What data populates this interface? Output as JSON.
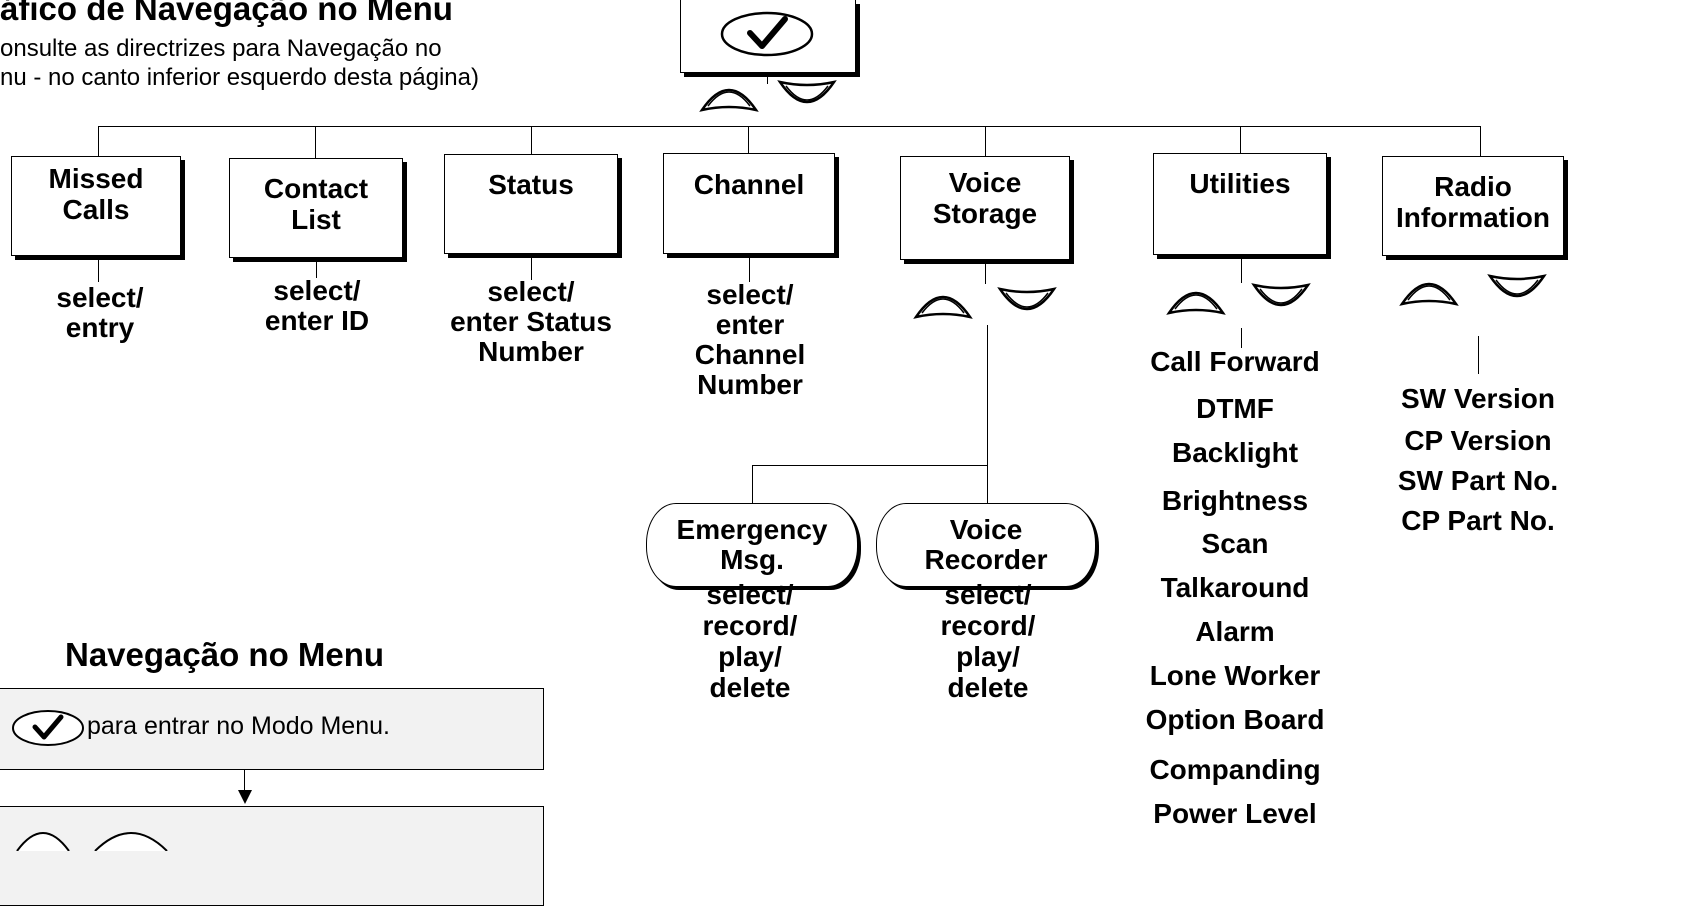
{
  "header": {
    "title": "áfico de Navegação no Menu",
    "note_line1": "onsulte as directrizes para Navegação no",
    "note_line2": "nu - no canto inferior esquerdo desta página)"
  },
  "root": {
    "icon": "checkmark-ok-button-icon"
  },
  "menus": [
    {
      "id": "missed-calls",
      "label_1": "Missed",
      "label_2": "Calls",
      "sub_1": "select/",
      "sub_2": "entry"
    },
    {
      "id": "contact-list",
      "label_1": "Contact",
      "label_2": "List",
      "sub_1": "select/",
      "sub_2": "enter ID"
    },
    {
      "id": "status",
      "label_1": "Status",
      "sub_1": "select/",
      "sub_2": "enter Status",
      "sub_3": "Number"
    },
    {
      "id": "channel",
      "label_1": "Channel",
      "sub_1": "select/",
      "sub_2": "enter",
      "sub_3": "Channel",
      "sub_4": "Number"
    },
    {
      "id": "voice-storage",
      "label_1": "Voice",
      "label_2": "Storage"
    },
    {
      "id": "utilities",
      "label_1": "Utilities"
    },
    {
      "id": "radio-information",
      "label_1": "Radio",
      "label_2": "Information"
    }
  ],
  "voice_storage_children": [
    {
      "id": "emergency-msg",
      "label_1": "Emergency",
      "label_2": "Msg.",
      "sub": [
        "select/",
        "record/",
        "play/",
        "delete"
      ]
    },
    {
      "id": "voice-recorder",
      "label_1": "Voice",
      "label_2": "Recorder",
      "sub": [
        "select/",
        "record/",
        "play/",
        "delete"
      ]
    }
  ],
  "utilities_items": [
    "Call Forward",
    "DTMF",
    "Backlight",
    "Brightness",
    "Scan",
    "Talkaround",
    "Alarm",
    "Lone Worker",
    "Option Board",
    "Companding",
    "Power Level"
  ],
  "radio_info_items": [
    "SW Version",
    "CP Version",
    "SW Part No.",
    "CP Part No."
  ],
  "nav_section": {
    "title": "Navegação no Menu",
    "step1_text": "para entrar no Modo Menu."
  },
  "icons": {
    "up": "up-arrow-button-icon",
    "down": "down-arrow-button-icon",
    "ok": "checkmark-ok-button-icon"
  }
}
